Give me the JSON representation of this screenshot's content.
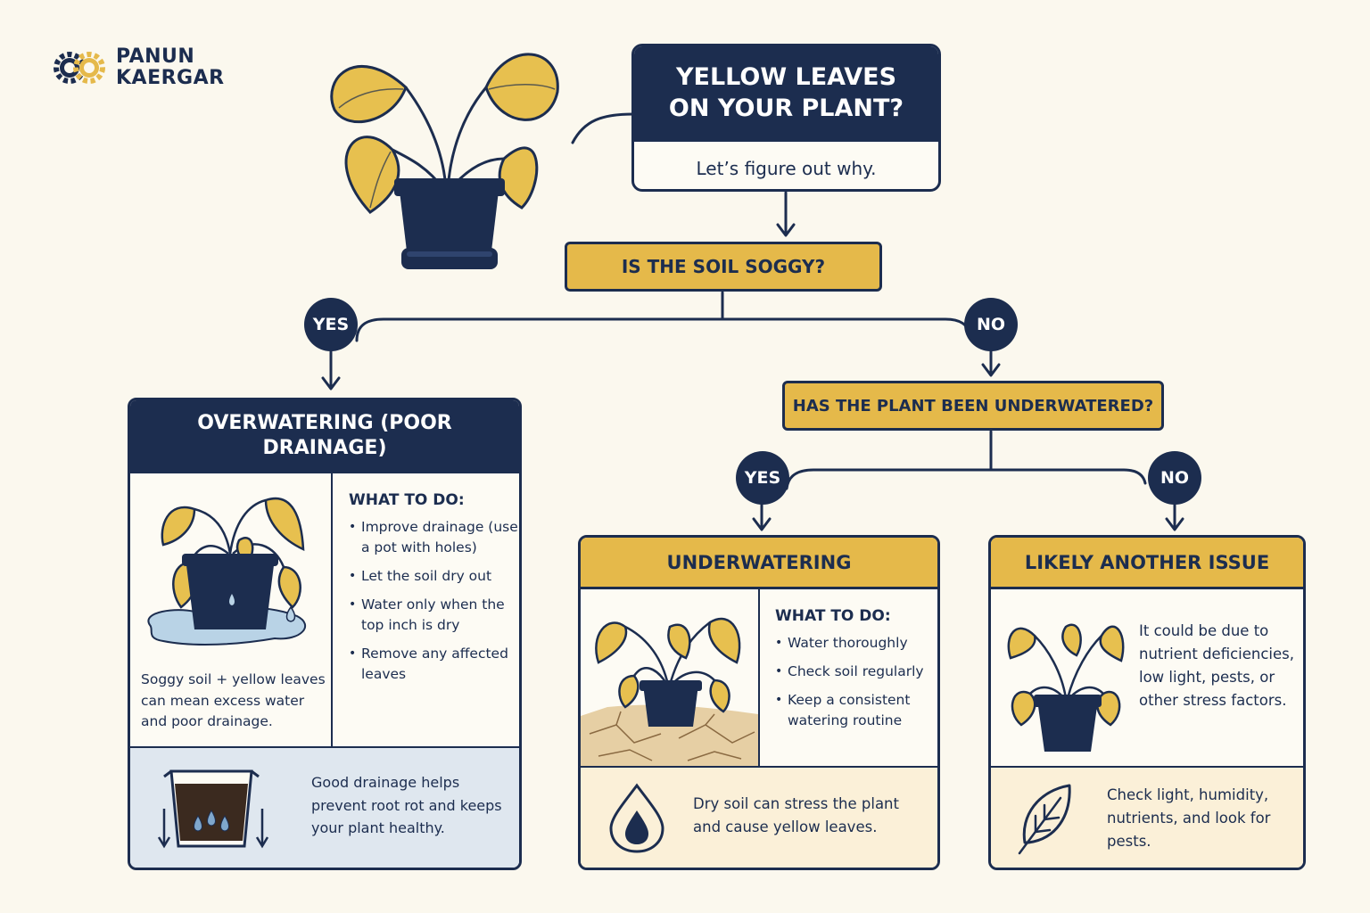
{
  "brand": {
    "line1": "PANUN",
    "line2": "KAERGAR"
  },
  "colors": {
    "navy": "#1c2d4f",
    "gold": "#e5b94a",
    "cream": "#fbf8ee",
    "leaf_yellow": "#e7c04f",
    "water_blue": "#b9d3e6"
  },
  "title": {
    "heading": "YELLOW LEAVES ON YOUR PLANT?",
    "subtitle": "Let’s figure out why."
  },
  "question1": {
    "text": "IS THE SOIL SOGGY?",
    "yes_label": "YES",
    "no_label": "NO"
  },
  "question2": {
    "text": "HAS THE PLANT BEEN UNDERWATERED?",
    "yes_label": "YES",
    "no_label": "NO"
  },
  "overwatering": {
    "title": "OVERWATERING (POOR DRAINAGE)",
    "todo_title": "WHAT TO DO:",
    "todo": [
      "Improve drainage (use a pot with holes)",
      "Let the soil dry out",
      "Water only when the top inch is dry",
      "Remove any affected leaves"
    ],
    "note": "Soggy soil + yellow leaves can mean excess water and poor drainage.",
    "footer": "Good drainage helps prevent root rot and keeps your plant healthy.",
    "icons": [
      "drooping-plant-icon",
      "drainage-pot-icon"
    ]
  },
  "underwatering": {
    "title": "UNDERWATERING",
    "todo_title": "WHAT TO DO:",
    "todo": [
      "Water thoroughly",
      "Check soil regularly",
      "Keep a consistent watering routine"
    ],
    "footer": "Dry soil can stress the plant and cause yellow leaves.",
    "icons": [
      "dry-soil-plant-icon",
      "water-drop-icon"
    ]
  },
  "another_issue": {
    "title": "LIKELY ANOTHER ISSUE",
    "note": "It could be due to nutrient deficiencies, low light, pests, or other stress factors.",
    "footer": "Check light, humidity, nutrients, and look for pests.",
    "icons": [
      "small-plant-icon",
      "leaf-icon"
    ]
  }
}
